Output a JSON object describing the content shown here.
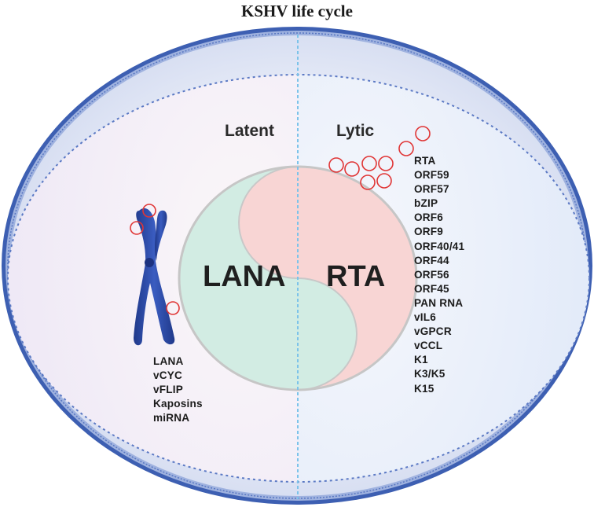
{
  "diagram": {
    "title": "KSHV life cycle",
    "phases": {
      "latent": "Latent",
      "lytic": "Lytic"
    },
    "center": {
      "left": "LANA",
      "right": "RTA"
    },
    "latent_genes": [
      "LANA",
      "vCYC",
      "vFLIP",
      "Kaposins",
      "miRNA"
    ],
    "lytic_genes": [
      "RTA",
      "ORF59",
      "ORF57",
      "bZIP",
      "ORF6",
      "ORF9",
      "ORF40/41",
      "ORF44",
      "ORF56",
      "ORF45",
      "PAN RNA",
      "vIL6",
      "vGPCR",
      "vCCL",
      "K1",
      "K3/K5",
      "K15"
    ],
    "icons": [
      "chromosome-icon",
      "virion-circle-icon"
    ],
    "colors": {
      "outer_border": "#3f63b5",
      "cytoplasm": "#e4e9f7",
      "nucleus_latent": "#f3eef7",
      "nucleus_lytic": "#eaf0fa",
      "yin_latent": "#d1ece3",
      "yin_lytic": "#f9d5d4",
      "chromosome": "#2e4ea8",
      "virion": "#e03535",
      "divider": "#7cc3ea"
    }
  }
}
